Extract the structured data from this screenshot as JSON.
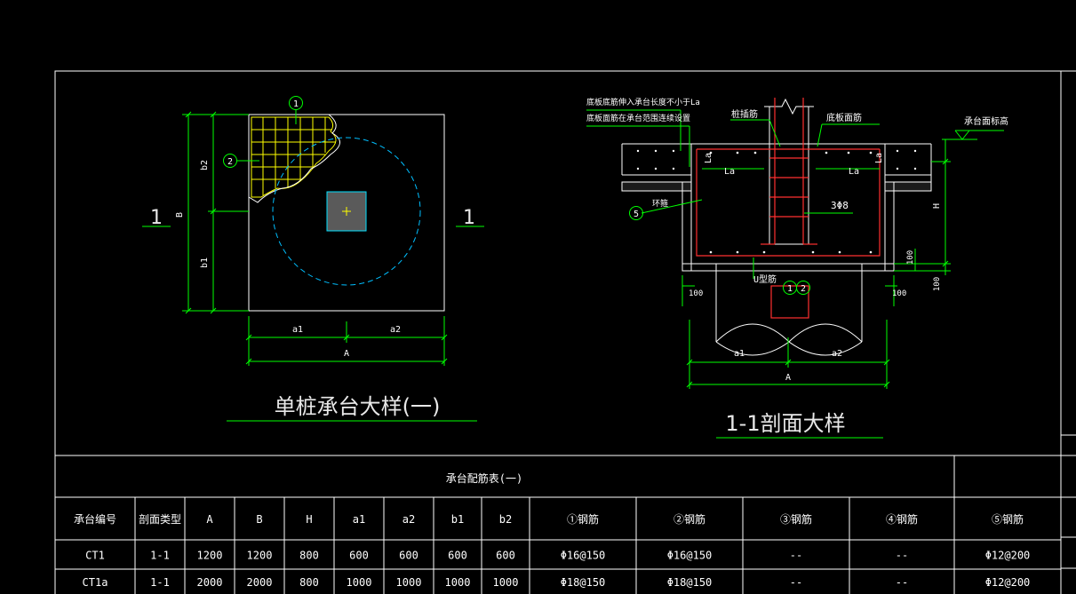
{
  "plan": {
    "title": "单桩承台大样(一)",
    "section_marker": "1",
    "dims": {
      "A": "A",
      "B": "B",
      "a1": "a1",
      "a2": "a2",
      "b1": "b1",
      "b2": "b2"
    },
    "callouts": [
      "1",
      "2"
    ]
  },
  "section": {
    "title": "1-1剖面大样",
    "note1": "底板底筋伸入承台长度不小于La",
    "note2": "底板面筋在承台范围连续设置",
    "label_pile_rebar": "桩插筋",
    "label_slab_top": "底板面筋",
    "label_cap_top": "承台面标高",
    "label_ring": "环箍",
    "label_3phi8": "3Φ8",
    "label_la": "La",
    "label_u_rebar": "U型筋",
    "dims": {
      "A": "A",
      "a1": "a1",
      "a2": "a2",
      "H": "H",
      "d100": "100"
    },
    "callouts": [
      "1",
      "2",
      "5"
    ]
  },
  "table": {
    "title": "承台配筋表(一)",
    "headers": [
      "承台编号",
      "剖面类型",
      "A",
      "B",
      "H",
      "a1",
      "a2",
      "b1",
      "b2",
      "①钢筋",
      "②钢筋",
      "③钢筋",
      "④钢筋",
      "⑤钢筋"
    ],
    "rows": [
      [
        "CT1",
        "1-1",
        "1200",
        "1200",
        "800",
        "600",
        "600",
        "600",
        "600",
        "Φ16@150",
        "Φ16@150",
        "--",
        "--",
        "Φ12@200"
      ],
      [
        "CT1a",
        "1-1",
        "2000",
        "2000",
        "800",
        "1000",
        "1000",
        "1000",
        "1000",
        "Φ18@150",
        "Φ18@150",
        "--",
        "--",
        "Φ12@200"
      ]
    ]
  },
  "colors": {
    "background": "#000000",
    "frame": "#ffffff",
    "dimension": "#00ff00",
    "rebar": "#ff3030",
    "pile": "#00bfff"
  }
}
